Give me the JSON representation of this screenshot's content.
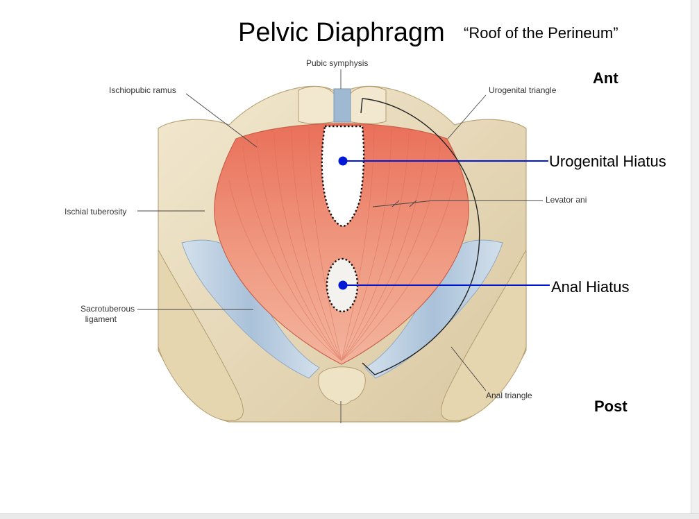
{
  "title": "Pelvic Diaphragm",
  "subtitle": "“Roof of the Perineum”",
  "orientation": {
    "anterior": "Ant",
    "posterior": "Post"
  },
  "callouts": {
    "urogenital_hiatus": "Urogenital Hiatus",
    "anal_hiatus": "Anal Hiatus"
  },
  "anatomy_labels": {
    "pubic_symphysis": "Pubic symphysis",
    "ischiopubic_ramus": "Ischiopubic ramus",
    "urogenital_triangle": "Urogenital triangle",
    "ischial_tuberosity": "Ischial tuberosity",
    "levator_ani": "Levator ani",
    "sacrotuberous_ligament_line1": "Sacrotuberous",
    "sacrotuberous_ligament_line2": "ligament",
    "anal_triangle": "Anal triangle"
  },
  "colors": {
    "callout_line": "#0018d6",
    "muscle": "#ec8c74",
    "bone": "#eadcbc",
    "ligament": "#bcd0e2"
  }
}
